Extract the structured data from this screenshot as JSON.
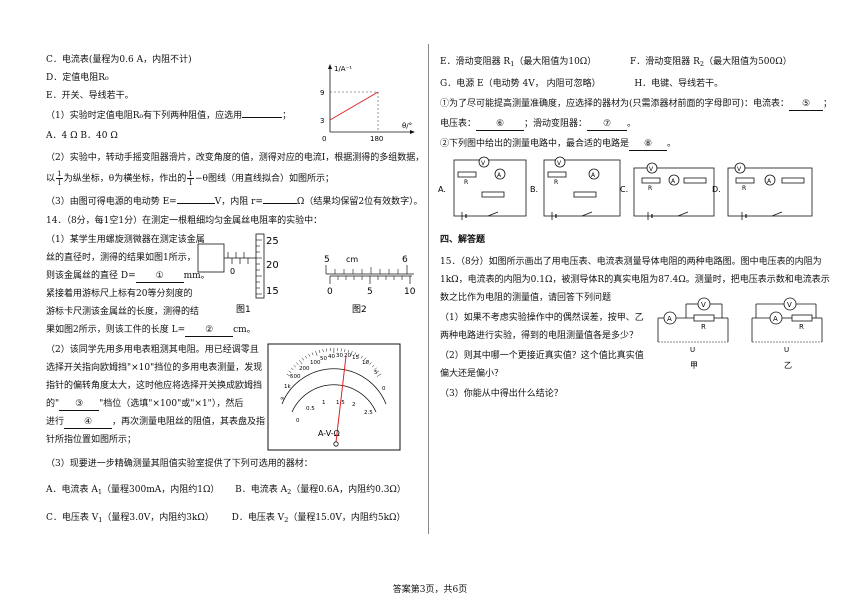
{
  "left": {
    "lines": [
      "C．电流表(量程为0.6 A，内阻不计)",
      "D．定值电阻R₀",
      "E．开关、导线若干。",
      "（1）实验时定值电阻R₀有下列两种阻值，应选用",
      "A．4 Ω          B．40 Ω",
      "（2）实验中，转动手摇变阻器滑片，改变角度的值，测得对应的电流I，根据测得的多组数据，",
      "以",
      "为纵坐标，θ为横坐标，作出的",
      "−θ图线（用直线拟合）如图所示；",
      "（3）由图可得电源的电动势 E=",
      "V，内阻 r=",
      "Ω（结果均保留2位有效数字）。",
      "14．（8分，每1空1分）在测定一根粗细均匀金属丝电阻率的实验中：",
      "（1）某学生用螺旋测微器在测定该金属",
      "丝的直径时，测得的结果如图1所示，",
      "则该金属丝的直径 D=",
      "mm。",
      "紧接着用游标尺上标有20等分刻度的",
      "游标卡尺测该金属丝的长度，测得的结",
      "果如图2所示，则该工件的长度 L=",
      "cm。",
      "（2）该同学先用多用电表粗测其电阻。用已经调零且",
      "选择开关指向欧姆挡\"×10\"挡位的多用电表测量，发现",
      "指针的偏转角度太大，这时他应将选择开关换成欧姆挡",
      "的\"",
      "\"档位（选填\"×100\"或\"×1\"），然后",
      "进行",
      "，再次测量电阻丝的阻值，其表盘及指",
      "针所指位置如图所示；",
      "（3）现要进一步精确测量其阻值实验室提供了下列可选用的器材：",
      "A．电流表 A",
      "（量程300mA，内阻约1Ω）",
      "B．电流表 A",
      "（量程0.6A，内阻约0.3Ω）",
      "C．电压表 V",
      "（量程3.0V，内阻约3kΩ）",
      "D．电压表 V",
      "（量程15.0V，内阻约5kΩ）"
    ],
    "frac_num": "1",
    "frac_den": "I",
    "blank_mark_1": "①",
    "blank_mark_2": "②",
    "blank_mark_3": "③",
    "blank_mark_4": "④",
    "sub1": "1",
    "sub2": "2"
  },
  "graph": {
    "ylabel": "1/A⁻¹",
    "xlabel": "θ/°",
    "yticks": [
      "9",
      "3"
    ],
    "xticks": [
      "0",
      "180"
    ],
    "frac_num": "1",
    "frac_den": "I"
  },
  "micrometer": {
    "ticks": [
      "25",
      "20",
      "15"
    ],
    "zero": "0",
    "caption": "图1"
  },
  "caliper": {
    "unit": "cm",
    "main": [
      "5",
      "6"
    ],
    "vernier": [
      "0",
      "5",
      "10"
    ],
    "caption": "图2"
  },
  "meter": {
    "label": "A-V-Ω",
    "scale": [
      "∞",
      "1k",
      "500",
      "200",
      "100",
      "50",
      "40",
      "30",
      "20",
      "15",
      "10",
      "5",
      "0"
    ],
    "dc": [
      "0",
      "0.5",
      "1",
      "1.5",
      "2",
      "2.5"
    ]
  },
  "right": {
    "lines": [
      "E．滑动变阻器 R",
      "（最大阻值为10Ω）",
      "F．滑动变阻器 R",
      "（最大阻值为500Ω）",
      "G．电源 E（电动势 4V，  内阻可忽略）",
      "H．电键、导线若干。",
      "①为了尽可能提高测量准确度，应选择的器材为(只需添器材前面的字母即可)：电流表：",
      "电压表：",
      "；滑动变阻器：",
      "②下列图中给出的测量电路中，最合适的电路是",
      "四、解答题",
      "15．（8分）如图所示画出了用电压表、电流表测量导体电阻的两种电路图。图中电压表的内阻为",
      "1kΩ，电流表的内阻为0.1Ω，被测导体R的真实电阻为87.4Ω。测量时，把电压表示数和电流表示",
      "数之比作为电阻的测量值，请回答下列问题",
      "（1）如果不考虑实验操作中的偶然误差，按甲、乙",
      "两种电路进行实验，得到的电阻测量值各是多少？",
      "（2）则其中哪一个更接近真实值？这个值比真实值",
      "偏大还是偏小？",
      "（3）你能从中得出什么结论？"
    ],
    "blank_mark_5": "⑤",
    "blank_mark_6": "⑥",
    "blank_mark_7": "⑦",
    "blank_mark_8": "⑧",
    "sub1": "1",
    "sub2": "2",
    "circuit_labels": [
      "A.",
      "B.",
      "C.",
      "D."
    ],
    "circuit_names": [
      "甲",
      "乙"
    ],
    "meter_v": "V",
    "meter_a": "A",
    "resistor": "R",
    "supply": "U"
  },
  "footer": "答案第3页，共6页"
}
